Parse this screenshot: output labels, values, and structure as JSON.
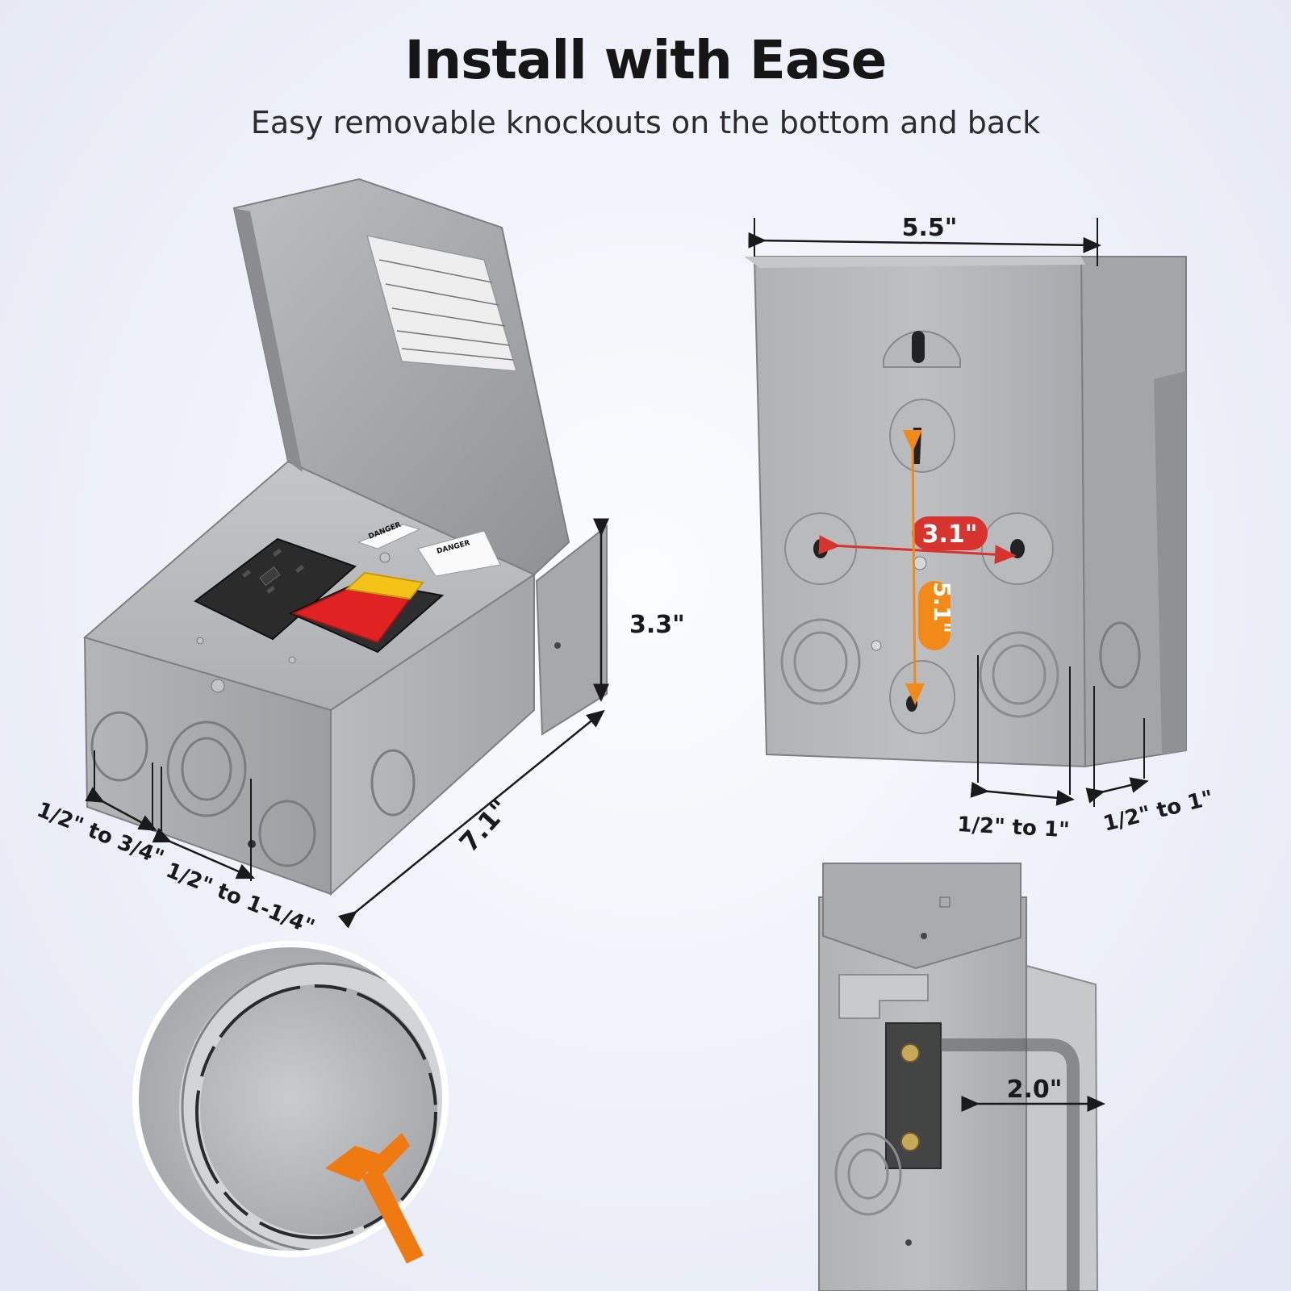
{
  "heading": {
    "title": "Install with Ease",
    "subtitle": "Easy removable knockouts on the bottom and back"
  },
  "left_box": {
    "labels": {
      "danger_1": "DANGER",
      "danger_2": "DANGER"
    },
    "dimensions": {
      "height": "3.3\"",
      "depth": "7.1\"",
      "knockout_small": "1/2\" to 3/4\"",
      "knockout_large": "1/2\" to 1-1/4\""
    }
  },
  "right_box": {
    "dimensions": {
      "width": "5.5\"",
      "hole_horizontal": "3.1\"",
      "hole_vertical": "5.1\"",
      "knockout_bottom": "1/2\" to 1\"",
      "knockout_side": "1/2\" to 1\""
    }
  },
  "side_box": {
    "dimensions": {
      "offset": "2.0\""
    }
  },
  "colors": {
    "steel": "#a9abad",
    "steel_dark": "#8e9093",
    "arrow_red": "#d8342f",
    "arrow_orange": "#f28a1a",
    "switch_red": "#e02222",
    "switch_yellow": "#f5c218",
    "hammer": "#f07a12"
  },
  "icons": {
    "hammer": "hammer-icon"
  }
}
